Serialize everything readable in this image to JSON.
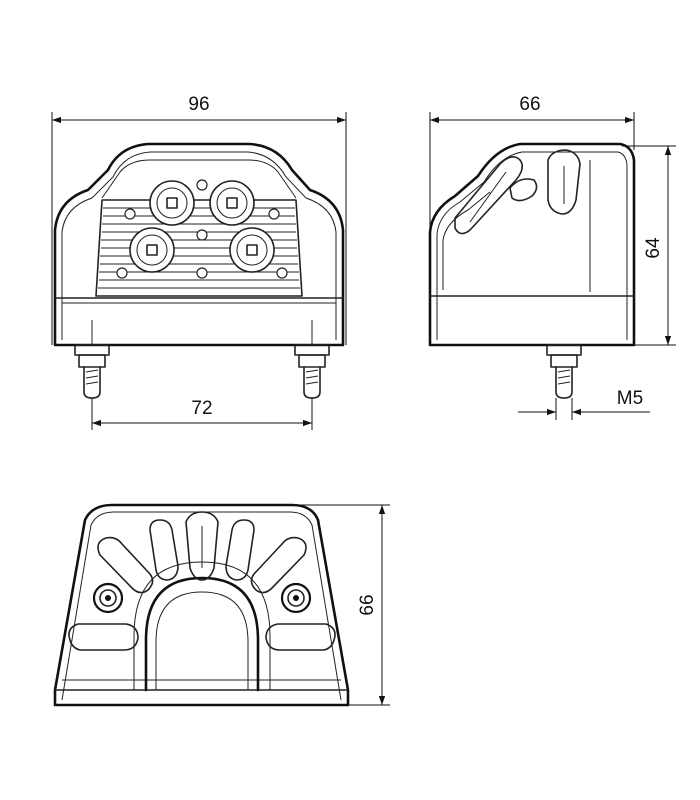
{
  "dimensions": {
    "front_width": "96",
    "side_width": "66",
    "side_height": "64",
    "stud_spacing": "72",
    "thread": "M5",
    "bottom_height": "66"
  }
}
